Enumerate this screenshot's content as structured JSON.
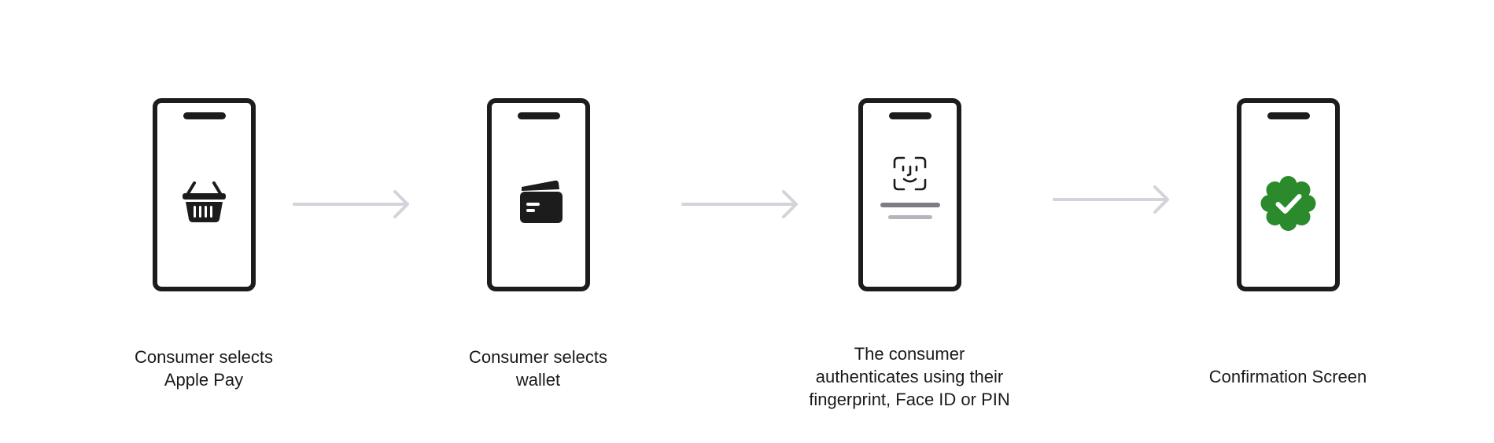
{
  "steps": [
    {
      "label": "Consumer selects\nApple Pay",
      "icon": "shopping-basket-icon"
    },
    {
      "label": "Consumer selects\nwallet",
      "icon": "wallet-card-icon"
    },
    {
      "label": "The consumer\nauthenticates using their\nfingerprint, Face ID or PIN",
      "icon": "face-id-icon"
    },
    {
      "label": "Confirmation Screen",
      "icon": "verified-check-badge-icon"
    }
  ],
  "colors": {
    "phone_outline": "#1c1c1c",
    "arrow": "#d3d3db",
    "badge_green": "#2a8a2c",
    "bar_dark": "#7d7d87",
    "bar_light": "#b4b4bc",
    "text": "#1a1a1a"
  }
}
